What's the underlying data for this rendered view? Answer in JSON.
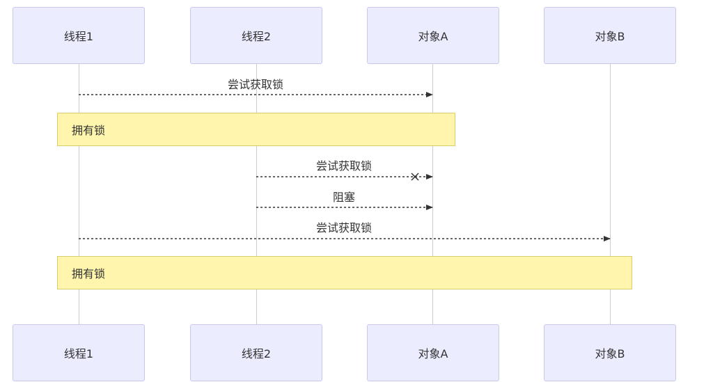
{
  "participants": [
    {
      "id": "t1",
      "label": "线程1"
    },
    {
      "id": "t2",
      "label": "线程2"
    },
    {
      "id": "a",
      "label": "对象A"
    },
    {
      "id": "b",
      "label": "对象B"
    }
  ],
  "messages": [
    {
      "from": "线程1",
      "to": "对象A",
      "label": "尝试获取锁",
      "style": "dotted-arrow"
    },
    {
      "from": "线程2",
      "to": "对象A",
      "label": "尝试获取锁",
      "style": "dotted-cross"
    },
    {
      "from": "线程2",
      "to": "对象A",
      "label": "阻塞",
      "style": "dotted-arrow"
    },
    {
      "from": "线程1",
      "to": "对象B",
      "label": "尝试获取锁",
      "style": "dotted-arrow"
    }
  ],
  "notes": [
    {
      "text": "拥有锁",
      "over": [
        "线程1",
        "对象A"
      ]
    },
    {
      "text": "拥有锁",
      "over": [
        "线程1",
        "对象B"
      ]
    }
  ],
  "colors": {
    "actor_fill": "#ececff",
    "actor_border": "#c8c8ea",
    "note_fill": "#fff5ad",
    "note_border": "#d9cc6a",
    "line": "#333333"
  }
}
